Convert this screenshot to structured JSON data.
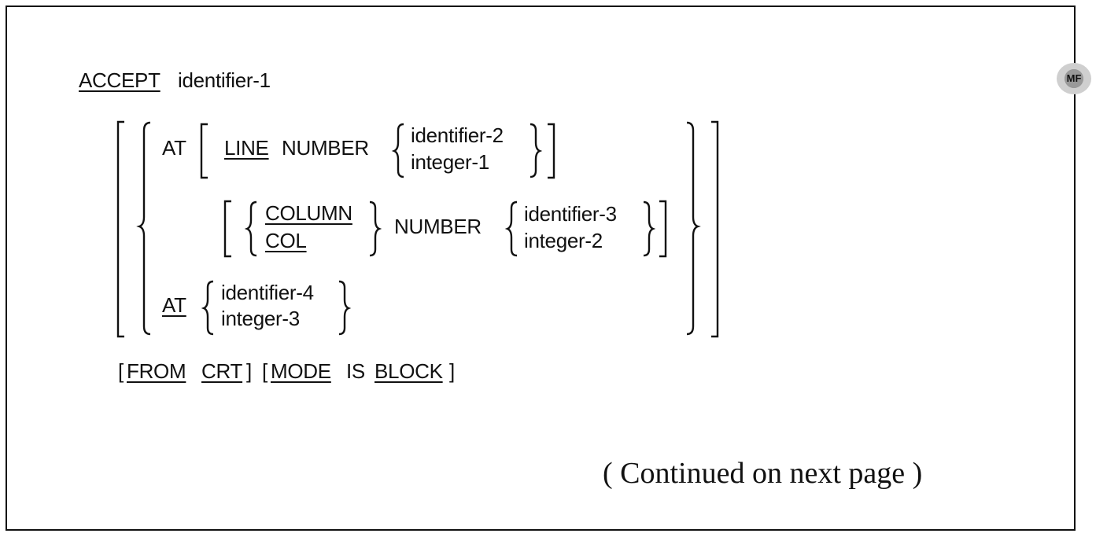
{
  "syntax": {
    "line1": {
      "verb": "ACCEPT",
      "operand": "identifier-1"
    },
    "line_clause": {
      "at": "AT",
      "line": "LINE",
      "number": "NUMBER",
      "choice_top": "identifier-2",
      "choice_bottom": "integer-1"
    },
    "column_clause": {
      "column": "COLUMN",
      "col": "COL",
      "number": "NUMBER",
      "choice_top": "identifier-3",
      "choice_bottom": "integer-2"
    },
    "at_clause": {
      "at": "AT",
      "choice_top": "identifier-4",
      "choice_bottom": "integer-3"
    },
    "final_line": {
      "from": "FROM",
      "crt": "CRT",
      "mode": "MODE",
      "is": "IS",
      "block": "BLOCK"
    }
  },
  "continued_note": "( Continued on next page )",
  "stamp_label": "MF"
}
